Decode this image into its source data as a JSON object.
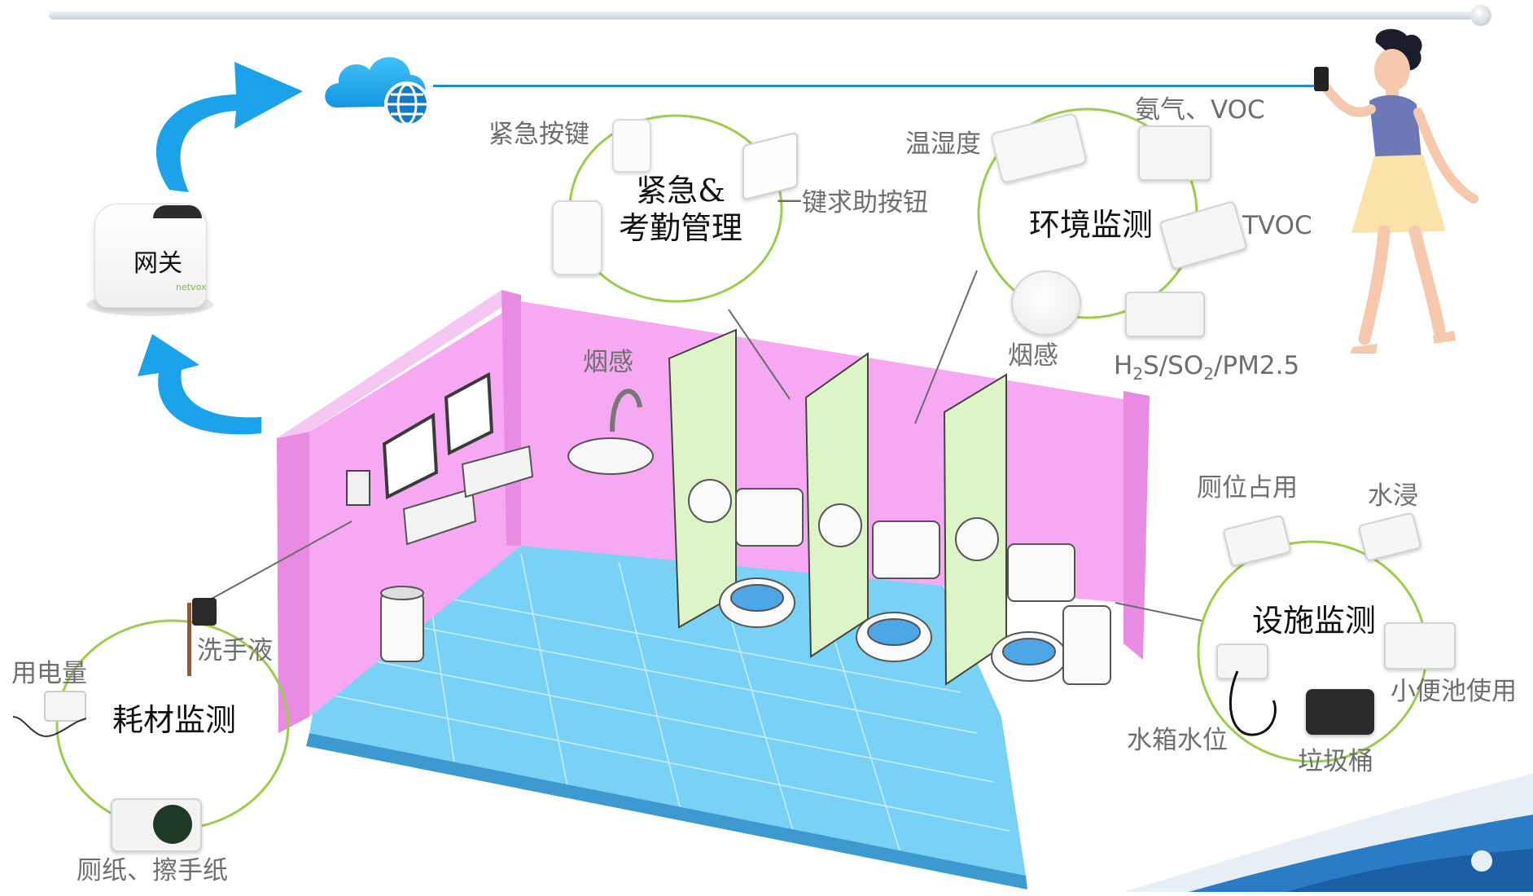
{
  "gateway": {
    "label": "网关",
    "brand": "netvox"
  },
  "groups": {
    "emergency": {
      "title_line1": "紧急&",
      "title_line2": "考勤管理",
      "items": [
        "紧急按键",
        "一键求助按钮"
      ]
    },
    "environment": {
      "title": "环境监测",
      "items": [
        "温湿度",
        "氨气、VOC",
        "TVOC",
        "烟感"
      ],
      "pm": {
        "h": "H",
        "two_a": "2",
        "s_so": "S/SO",
        "two_b": "2",
        "pm": "/PM2.5"
      }
    },
    "facility": {
      "title": "设施监测",
      "items": [
        "厕位占用",
        "水浸",
        "小便池使用",
        "垃圾桶",
        "水箱水位"
      ]
    },
    "consumables": {
      "title": "耗材监测",
      "items": [
        "洗手液",
        "用电量",
        "厕纸、擦手纸"
      ]
    }
  },
  "room": {
    "smoke_label": "烟感"
  },
  "colors": {
    "wall_pink": "#f7a8f2",
    "wall_side": "#e98be3",
    "floor_blue": "#79d2f5",
    "partition_green": "#ddf5c6",
    "circle_green": "#9ccc4c",
    "arrow_blue": "#1aa3ea",
    "line_blue": "#1b8fd6"
  }
}
